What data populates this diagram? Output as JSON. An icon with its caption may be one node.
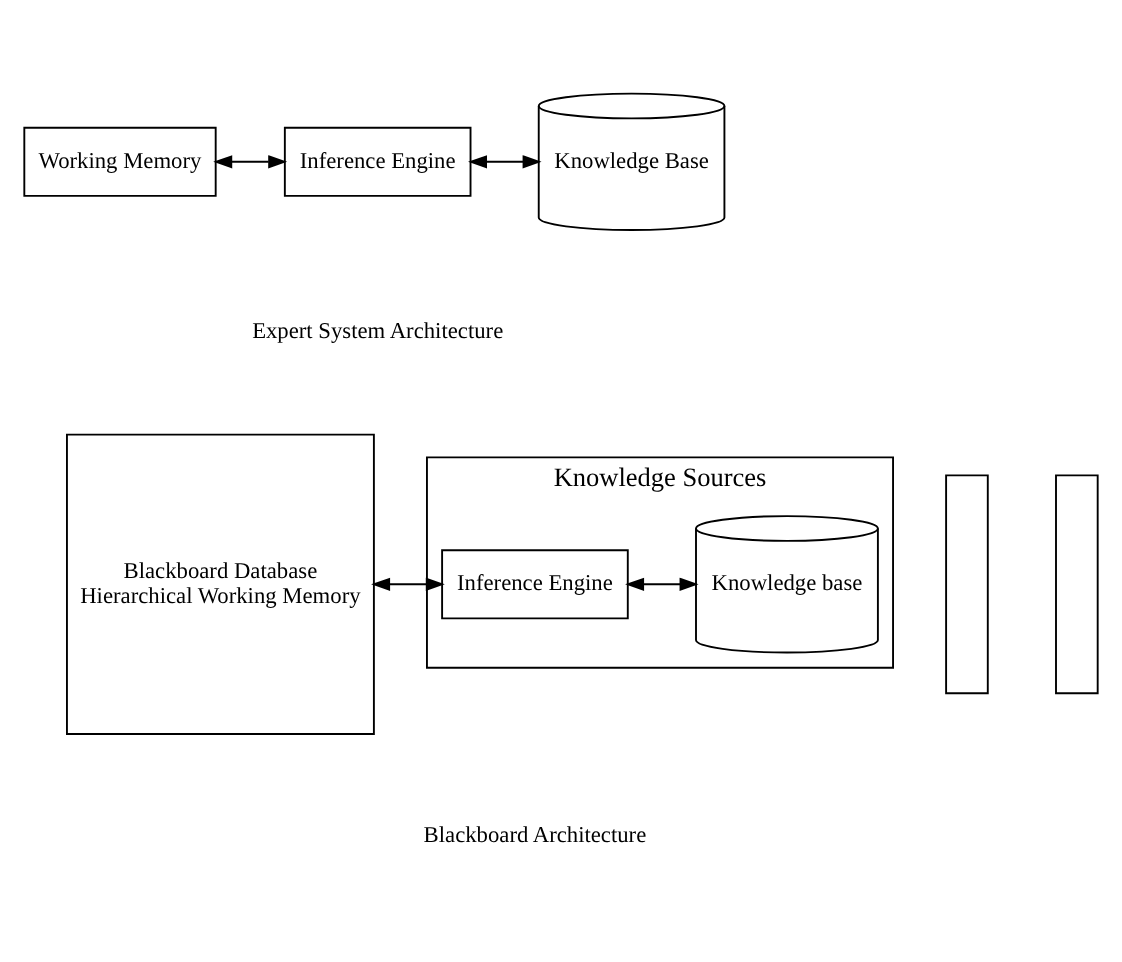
{
  "diagram": {
    "nodes": [
      {
        "text": [
          "Working Memory"
        ]
      },
      {
        "text": [
          "Inference Engine"
        ]
      },
      {
        "text": [
          "Knowledge Base"
        ]
      },
      {
        "text": [
          "Blackboard Database",
          "Hierarchical Working Memory"
        ]
      },
      {
        "text": [
          "Knowledge Sources"
        ]
      },
      {
        "text": [],
        "shape": "box"
      },
      {
        "text": [],
        "shape": "box"
      },
      {
        "text": [
          "Inference Engine"
        ],
        "in": 4
      },
      {
        "text": [
          "Knowledge base"
        ],
        "in": 4
      }
    ],
    "edges": [
      {
        "from": 0,
        "to": 1,
        "arrow": "both"
      },
      {
        "from": 1,
        "to": 2,
        "arrow": "both"
      },
      {
        "from": 3,
        "to": 7,
        "arrow": "both"
      },
      {
        "from": 7,
        "to": 8,
        "arrow": "both"
      }
    ],
    "labels": [
      "Expert System Architecture",
      "Blackboard Architecture"
    ]
  }
}
